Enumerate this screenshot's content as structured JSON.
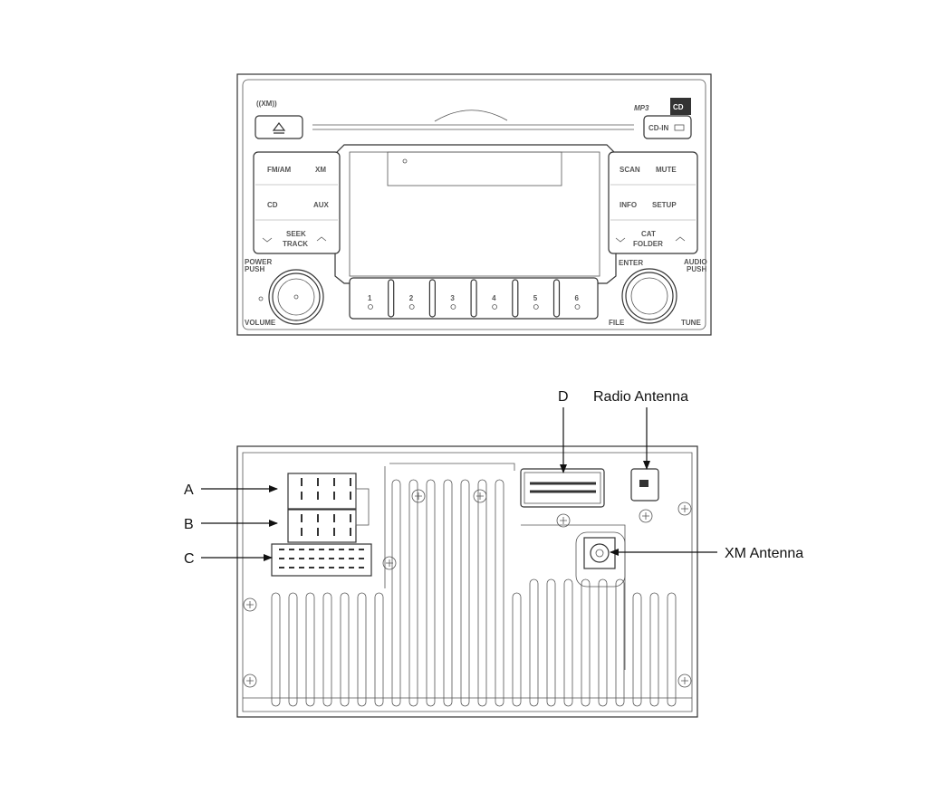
{
  "front_panel": {
    "xm_logo": "((XM))",
    "mp3_logo": "MP3",
    "cd_logo": "CD",
    "cd_in": "CD-IN",
    "left_buttons": [
      [
        "FM/AM",
        "XM"
      ],
      [
        "CD",
        "AUX"
      ]
    ],
    "seek_track": [
      "SEEK",
      "TRACK"
    ],
    "right_buttons": [
      [
        "SCAN",
        "MUTE"
      ],
      [
        "INFO",
        "SETUP"
      ]
    ],
    "cat_folder": [
      "CAT",
      "FOLDER"
    ],
    "power_push": [
      "POWER",
      "PUSH"
    ],
    "volume": "VOLUME",
    "enter": "ENTER",
    "audio_push": [
      "AUDIO",
      "PUSH"
    ],
    "file": "FILE",
    "tune": "TUNE",
    "presets": [
      "1",
      "2",
      "3",
      "4",
      "5",
      "6"
    ]
  },
  "rear_panel": {
    "callouts": {
      "a": "A",
      "b": "B",
      "c": "C",
      "d": "D",
      "radio_antenna": "Radio Antenna",
      "xm_antenna": "XM Antenna"
    }
  }
}
